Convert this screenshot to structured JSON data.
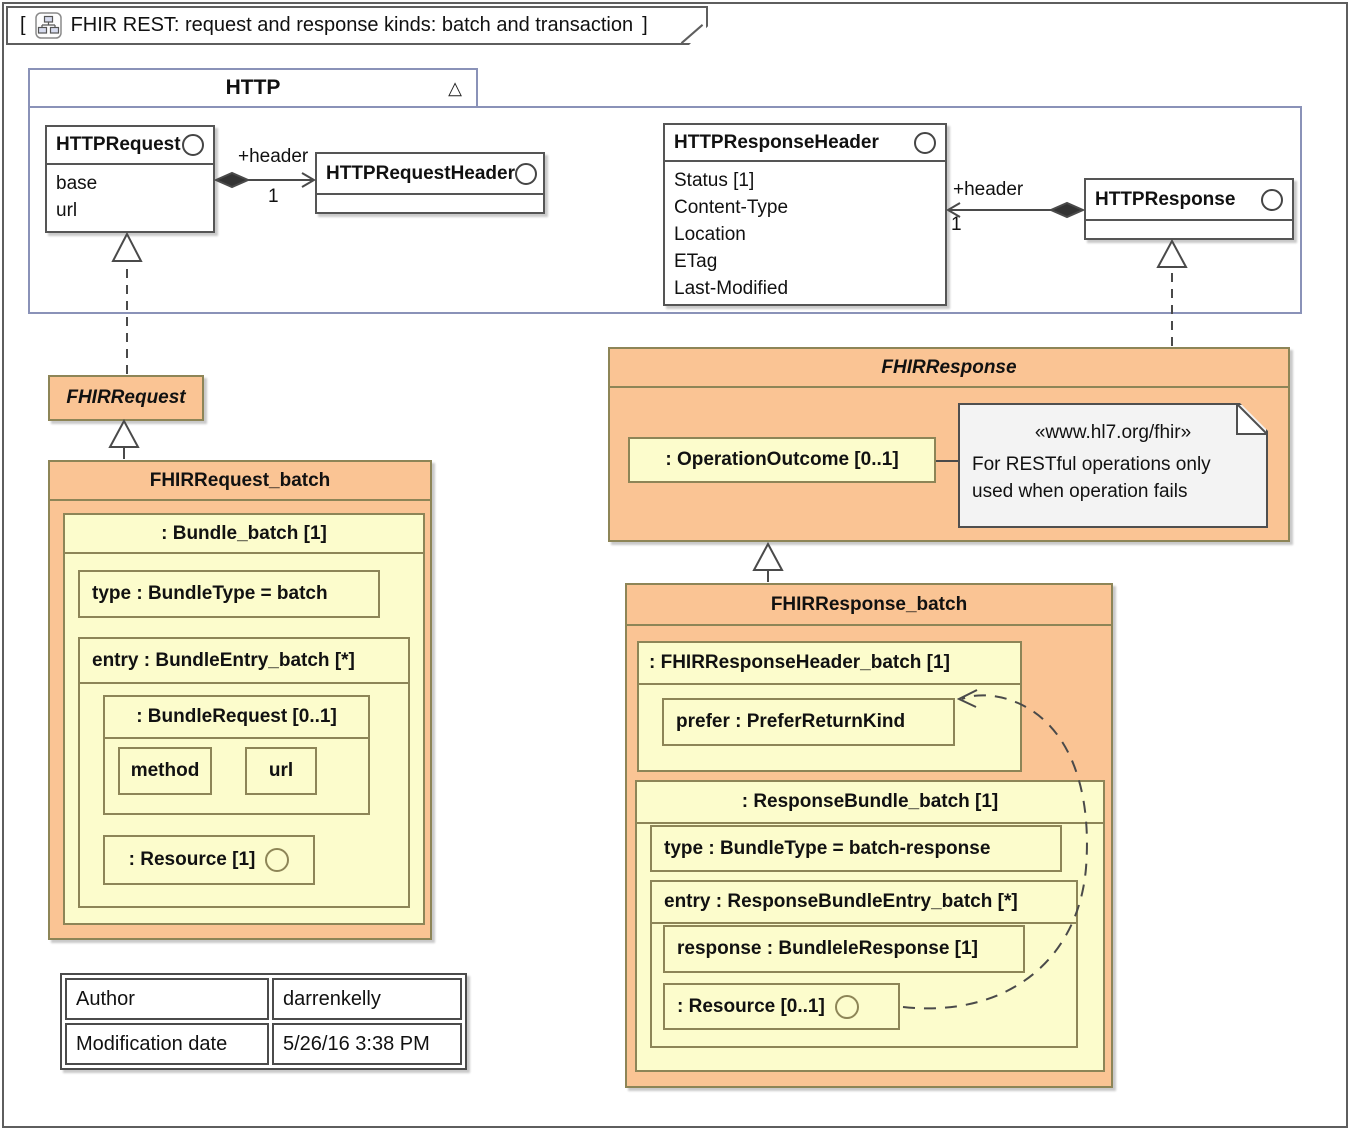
{
  "colors": {
    "orange_fill": "#FAC494",
    "yellow_fill": "#FCFCCC",
    "colored_border": "#8D8557",
    "class_border": "#555555",
    "package_border": "#8A92B8",
    "note_fill": "#F3F3F3",
    "frame_border": "#5E5E5E"
  },
  "frame": {
    "bracket_left": "[",
    "bracket_right": "]",
    "title": "FHIR REST: request and response kinds: batch and transaction"
  },
  "http": {
    "title": "HTTP",
    "collapse_glyph": "△",
    "classes": {
      "http_request": {
        "name": "HTTPRequest",
        "attributes": [
          "base",
          "url"
        ]
      },
      "http_request_header": {
        "name": "HTTPRequestHeader"
      },
      "http_response_header": {
        "name": "HTTPResponseHeader",
        "attributes": [
          "Status [1]",
          "Content-Type",
          "Location",
          "ETag",
          "Last-Modified"
        ]
      },
      "http_response": {
        "name": "HTTPResponse"
      }
    },
    "associations": {
      "request_header": {
        "role": "+header",
        "multiplicity": "1"
      },
      "response_header": {
        "role": "+header",
        "multiplicity": "1"
      }
    }
  },
  "fhir_request": {
    "name": "FHIRRequest"
  },
  "fhir_request_batch": {
    "name": "FHIRRequest_batch",
    "bundle": {
      "label": ": Bundle_batch [1]",
      "type_label": "type : BundleType = batch",
      "entry": {
        "label": "entry : BundleEntry_batch [*]",
        "request": {
          "label": ": BundleRequest [0..1]",
          "method": "method",
          "url": "url"
        },
        "resource_label": ": Resource [1]"
      }
    }
  },
  "fhir_response": {
    "name": "FHIRResponse",
    "outcome_label": ": OperationOutcome [0..1]",
    "note": {
      "stereotype": "«www.hl7.org/fhir»",
      "line1": "For RESTful operations only",
      "line2": "used when operation fails"
    }
  },
  "fhir_response_batch": {
    "name": "FHIRResponse_batch",
    "header": {
      "label": ": FHIRResponseHeader_batch [1]",
      "prefer_label": "prefer : PreferReturnKind"
    },
    "bundle": {
      "label": ": ResponseBundle_batch [1]",
      "type_label": "type : BundleType = batch-response",
      "entry": {
        "label": "entry : ResponseBundleEntry_batch [*]",
        "response_label": "response : BundleleResponse [1]",
        "resource_label": ": Resource [0..1]"
      }
    }
  },
  "info_table": {
    "rows": [
      {
        "label": "Author",
        "value": "darrenkelly"
      },
      {
        "label": "Modification date",
        "value": "5/26/16 3:38 PM"
      }
    ]
  }
}
